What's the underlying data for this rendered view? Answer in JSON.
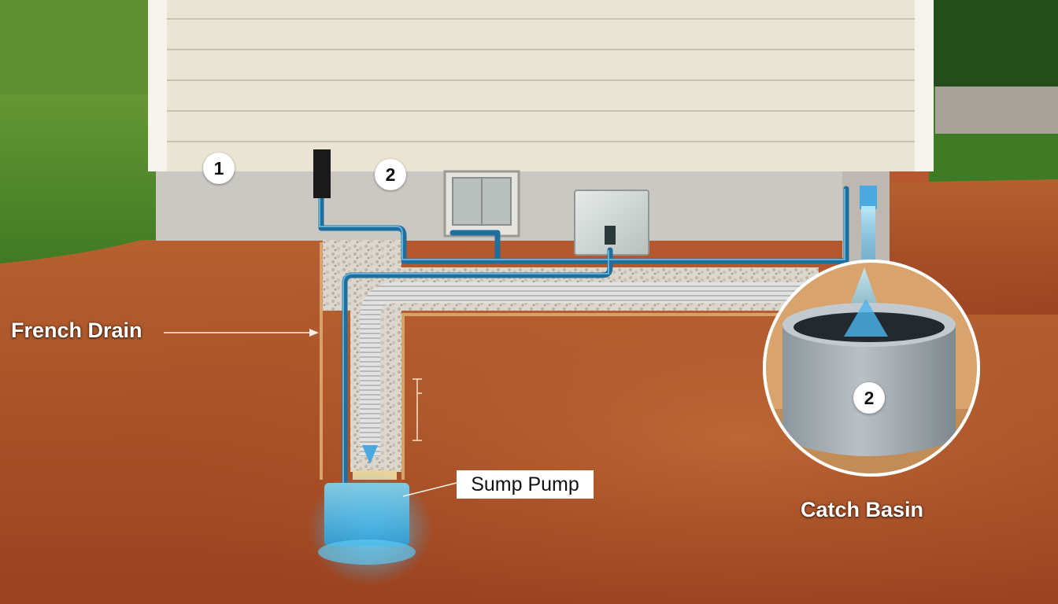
{
  "labels": {
    "french_drain": "French Drain",
    "sump_pump": "Sump Pump",
    "catch_basin": "Catch Basin"
  },
  "markers": {
    "one": "1",
    "two": "2",
    "basin_two": "2"
  },
  "colors": {
    "soil": "#b5582e",
    "siding": "#e9e4d3",
    "foundation": "#cbc8c3",
    "gravel": "#d9d4cc",
    "pipe": "#1f6e9c",
    "water": "#5ec8f2",
    "grass": "#4f8a2a",
    "basin": "#9aa3a9"
  }
}
